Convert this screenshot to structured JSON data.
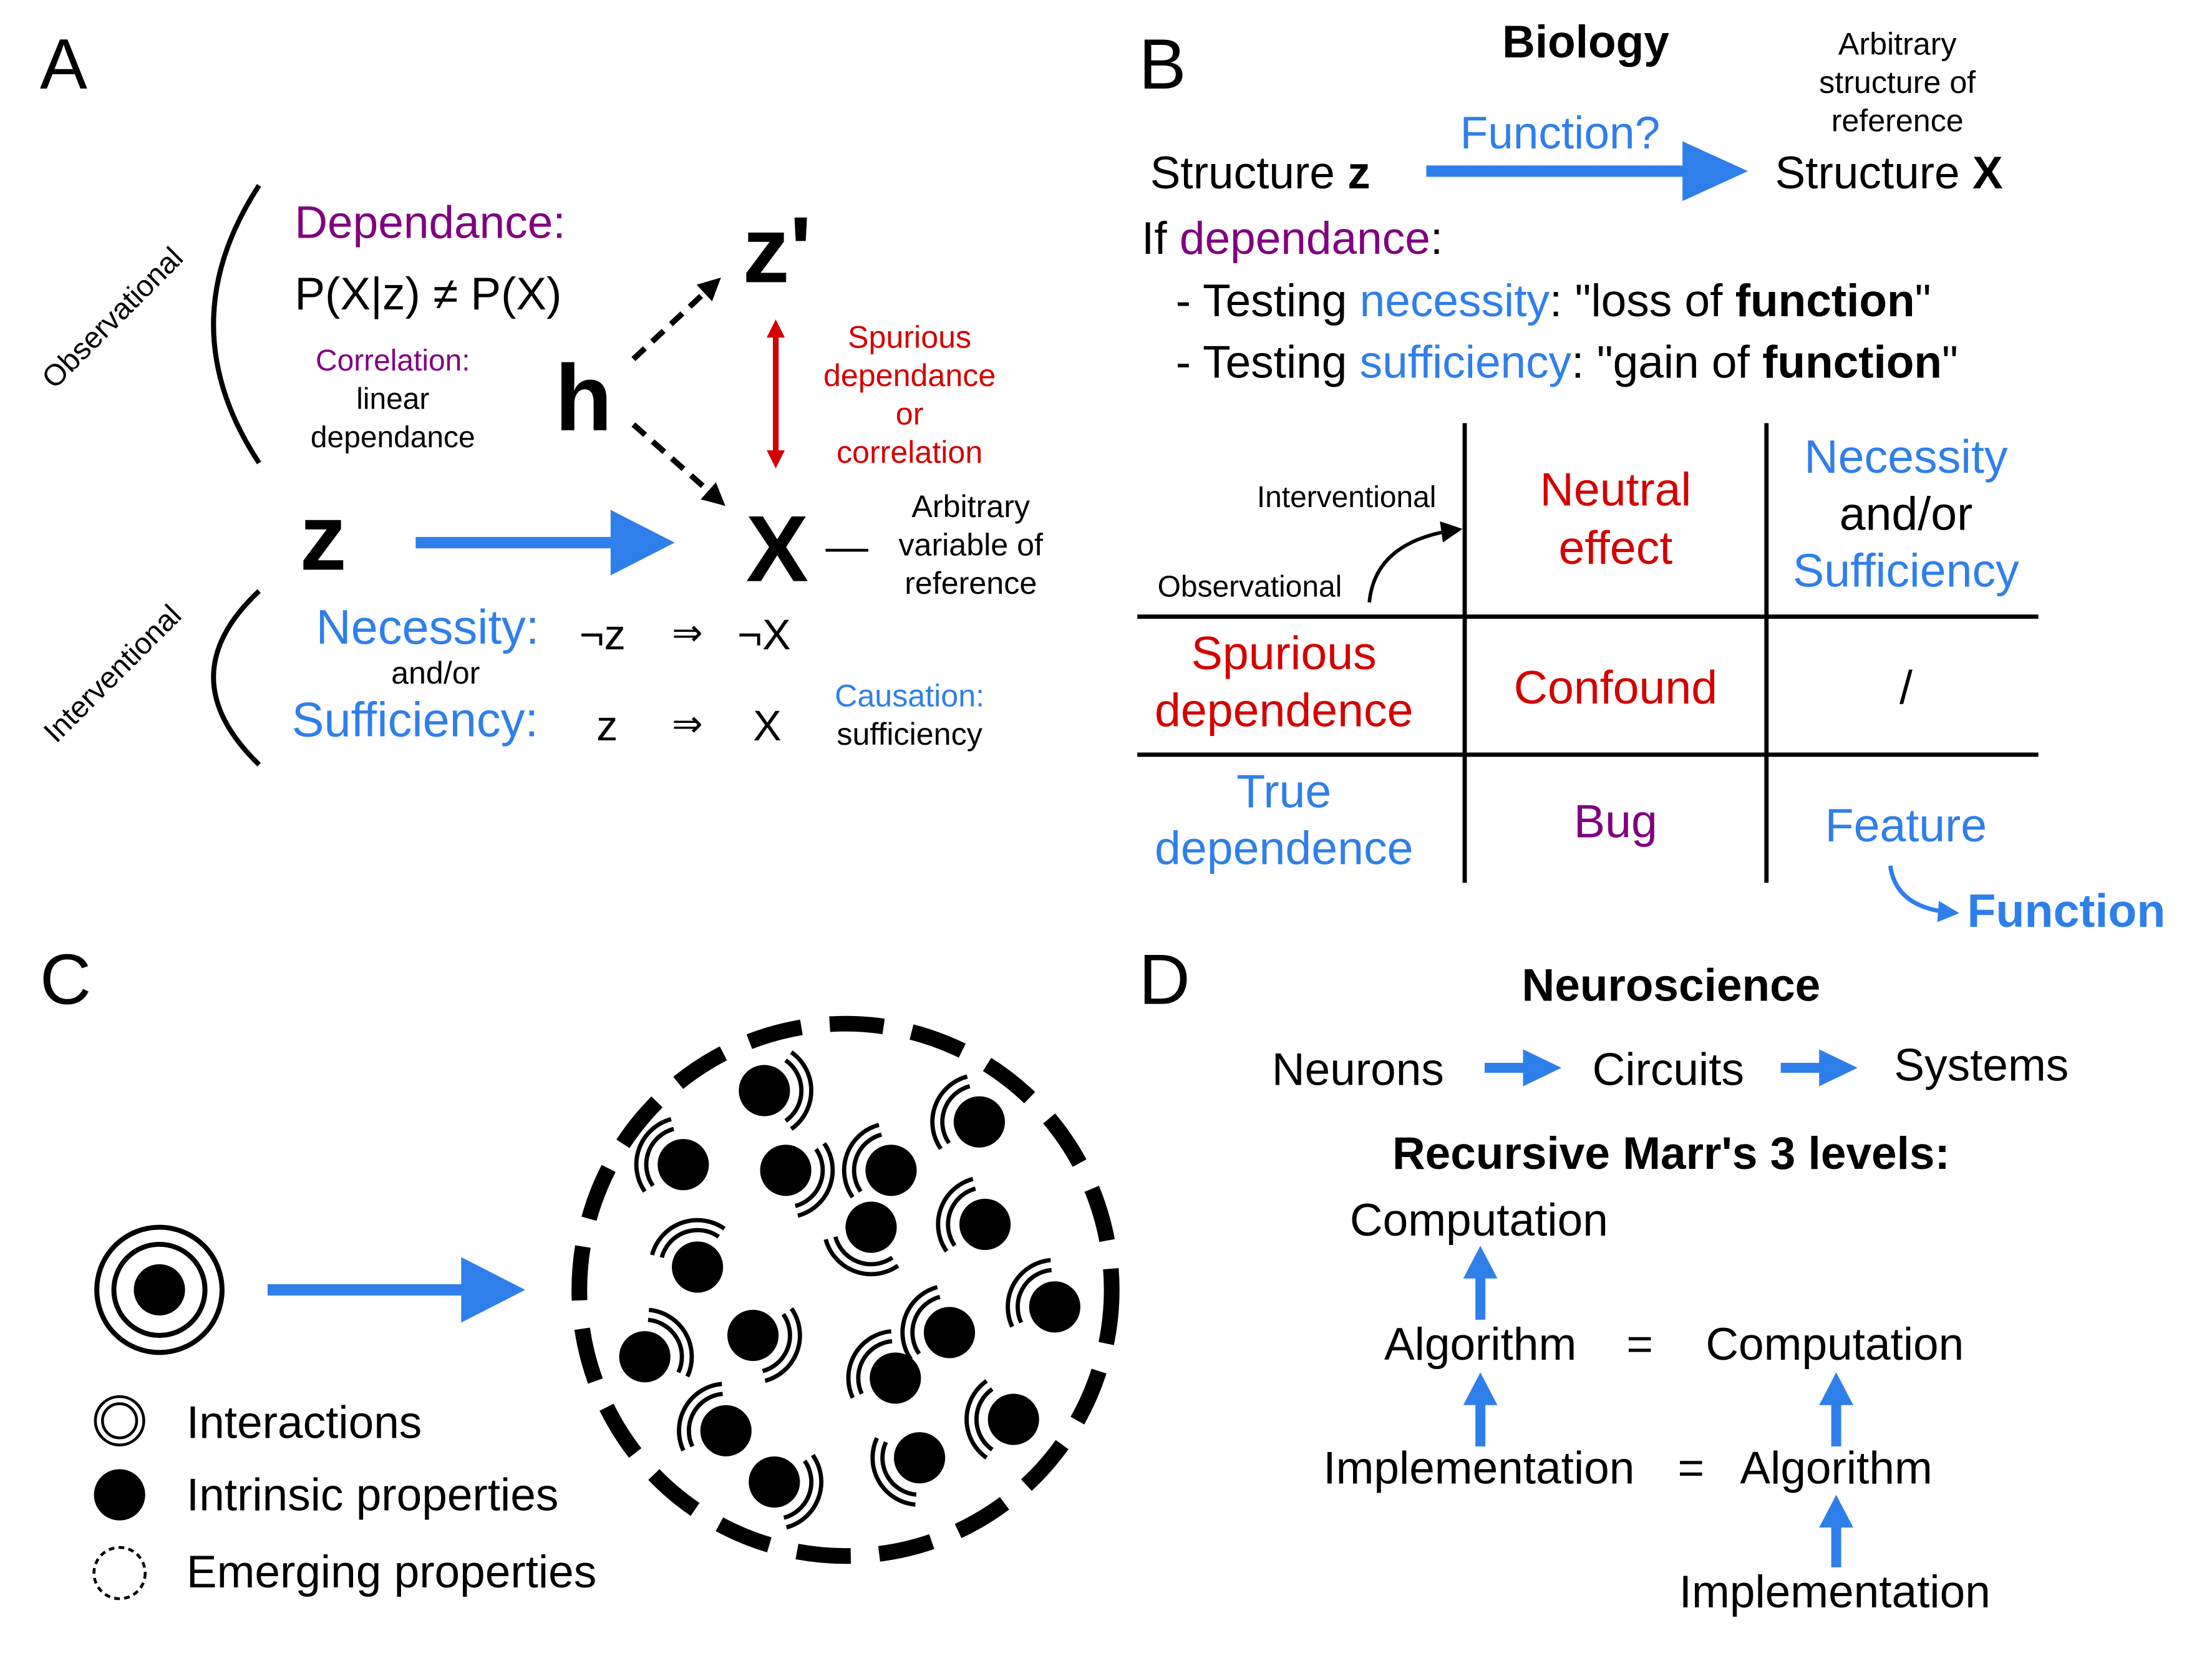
{
  "colors": {
    "black": "#000000",
    "purple": "#800080",
    "blue": "#2f7fea",
    "red": "#d40000"
  },
  "panel_a": {
    "letter": "A",
    "observational_label": "Observational",
    "interventional_label": "Interventional",
    "dependance_title": "Dependance:",
    "dependance_formula": "P(X|z) ≠ P(X)",
    "correlation_title": "Correlation:",
    "correlation_line1": "linear",
    "correlation_line2": "dependance",
    "node_h": "h",
    "node_zprime": "z'",
    "node_z": "z",
    "node_x": "X",
    "spurious_line1": "Spurious",
    "spurious_line2": "dependance",
    "spurious_line3": "or",
    "spurious_line4": "correlation",
    "ref_dash": "—",
    "ref_line1": "Arbitrary",
    "ref_line2": "variable of",
    "ref_line3": "reference",
    "necessity_label": "Necessity:",
    "necessity_left": "¬z",
    "implies": "⇒",
    "necessity_right": "¬X",
    "andor": "and/or",
    "sufficiency_label": "Sufficiency:",
    "sufficiency_left": "z",
    "sufficiency_right": "X",
    "causation_title": "Causation:",
    "causation_text": "sufficiency"
  },
  "panel_b": {
    "letter": "B",
    "title": "Biology",
    "ref_line1": "Arbitrary",
    "ref_line2": "structure of",
    "ref_line3": "reference",
    "structure_word": "Structure",
    "structure_z": "z",
    "function_q": "Function?",
    "structure_x": "X",
    "if_word": "If",
    "dependance_word": "dependance",
    "colon": ":",
    "test_prefix": "- Testing",
    "necessity_word": "necessity",
    "loss_prefix": ": \"loss of",
    "function_word": "function",
    "quote": "\"",
    "sufficiency_word": "sufficiency",
    "gain_prefix": ": \"gain of",
    "table": {
      "interventional": "Interventional",
      "observational": "Observational",
      "neutral_line1": "Neutral",
      "neutral_line2": "effect",
      "necessity": "Necessity",
      "andor": "and/or",
      "sufficiency": "Sufficiency",
      "spurious_line1": "Spurious",
      "spurious_line2": "dependence",
      "confound": "Confound",
      "slash": "/",
      "true_line1": "True",
      "true_line2": "dependence",
      "bug": "Bug",
      "feature": "Feature",
      "function": "Function"
    }
  },
  "panel_c": {
    "letter": "C",
    "legend_interactions": "Interactions",
    "legend_intrinsic": "Intrinsic properties",
    "legend_emerging": "Emerging properties"
  },
  "panel_d": {
    "letter": "D",
    "title": "Neuroscience",
    "neurons": "Neurons",
    "circuits": "Circuits",
    "systems": "Systems",
    "marr_title": "Recursive Marr's 3 levels:",
    "computation": "Computation",
    "algorithm": "Algorithm",
    "equals": "=",
    "implementation": "Implementation"
  }
}
